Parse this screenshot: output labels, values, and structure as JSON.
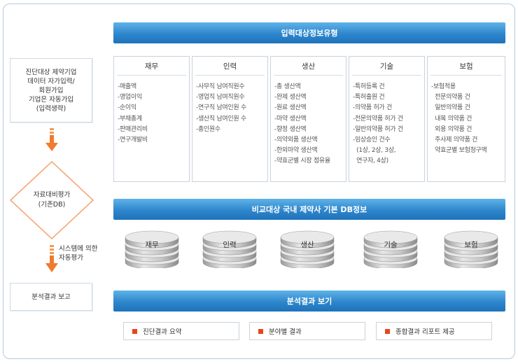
{
  "left_flow": {
    "step1": "진단대상 제약기업\n데이터 자가입력/\n회원가입\n기업은 자동가입\n(입력생략)",
    "step2": "자료대비평가\n(기존DB)",
    "auto_eval": "시스템에 의한\n자동평가",
    "step3": "분석결과 보고"
  },
  "banners": {
    "input_types": "입력대상정보유형",
    "comparison_db": "비교대상 국내 제약사 기본 DB정보",
    "view_results": "분석결과 보기"
  },
  "categories": [
    {
      "title": "재무",
      "items": [
        "-매출액",
        "-영업이익",
        "-순이익",
        "-부채총계",
        "-판매관리비",
        "-연구개발비"
      ]
    },
    {
      "title": "인력",
      "items": [
        "-사무직 남여직원수",
        "-영업직 남여직원수",
        "-연구직 남여인원 수",
        "-생산직 남여인원 수",
        "-총인원수"
      ]
    },
    {
      "title": "생산",
      "items": [
        "-총 생산액",
        "-완제 생산액",
        "-원료 생산액",
        "-마약 생산액",
        "-향정 생산액",
        "-의약외품 생산액",
        "-한외마약 생산액",
        "-약효군별 시장 점유율"
      ]
    },
    {
      "title": "기술",
      "items": [
        "-특허등록 건",
        "-특허출원 건",
        "-의약품 허가 건",
        "-전문의약품 허가 건",
        "-일반의약품 허가 건",
        "-임상승인 건수",
        "  (1상, 2상, 3상,",
        "  연구자, 4상)"
      ]
    },
    {
      "title": "보험",
      "items": [
        "-보험적용",
        "  전문의약품 건",
        "  일반의약품 건",
        "  내복 의약품 건",
        "  외용 의약품 건",
        "  주사제 의약품 건",
        "  약효군별 보험청구액"
      ]
    }
  ],
  "databases": [
    "재무",
    "인력",
    "생산",
    "기술",
    "보험"
  ],
  "result_items": [
    "진단결과 요약",
    "분야별 결과",
    "종합결과 리포트 제공"
  ],
  "colors": {
    "banner": "#2e86cc",
    "arrow": "#f07a2e",
    "bullet": "#e8441e",
    "frame": "#b7c9df"
  }
}
